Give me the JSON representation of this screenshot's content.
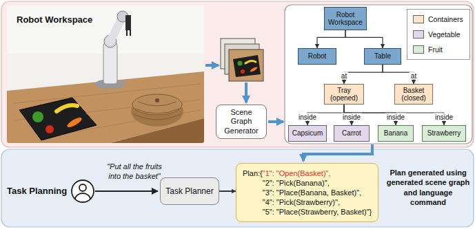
{
  "diagram": {
    "nodes": [
      {
        "text": [
          "Robot Workspace"
        ]
      },
      {
        "text": [
          "Scene Graph Generator"
        ]
      },
      {
        "text": [
          "Robot Workspace"
        ]
      },
      {
        "text": [
          "Robot"
        ]
      },
      {
        "text": [
          "Table"
        ]
      },
      {
        "text": [
          "Tray (opened)"
        ]
      },
      {
        "text": [
          "Basket (closed)"
        ]
      },
      {
        "text": [
          "Capsicum"
        ]
      },
      {
        "text": [
          "Carrot"
        ]
      },
      {
        "text": [
          "Banana"
        ]
      },
      {
        "text": [
          "Strawberry"
        ]
      },
      {
        "text": [
          "Task Planner"
        ]
      },
      {
        "text": [
          "Plan:{",
          "\"1\": \"Open(Basket)\",",
          "\"2\": \"Pick(Banana)\",",
          "\"3\": \"Place(Banana, Basket)\",",
          "\"4\": \"Pick(Strawberry)\",",
          "\"5\": \"Place(Strawberry, Basket)\"}"
        ]
      }
    ],
    "edges": [
      {
        "from": 2,
        "to": 3,
        "arrow": "to"
      },
      {
        "from": 2,
        "to": 4,
        "arrow": "to"
      },
      {
        "from": 4,
        "to": 5,
        "label": "at",
        "arrow": "to"
      },
      {
        "from": 4,
        "to": 6,
        "label": "at",
        "arrow": "to"
      },
      {
        "from": 5,
        "to": 7,
        "label": "inside",
        "arrow": "to"
      },
      {
        "from": 5,
        "to": 8,
        "label": "inside",
        "arrow": "to"
      },
      {
        "from": 5,
        "to": 9,
        "label": "inside",
        "arrow": "to"
      },
      {
        "from": 5,
        "to": 10,
        "label": "inside",
        "arrow": "to"
      },
      {
        "from": 11,
        "to": 12,
        "arrow": "to"
      }
    ],
    "labels": [
      "Task Planning",
      "\"Put all the fruits into the basket\"",
      "Plan generated using generated scene graph and language command"
    ],
    "legend": [
      {
        "text": "Containers",
        "color": "#fde3c8"
      },
      {
        "text": "Vegetable",
        "color": "#e3d7ea"
      },
      {
        "text": "Fruit",
        "color": "#d9ecd5"
      }
    ]
  }
}
